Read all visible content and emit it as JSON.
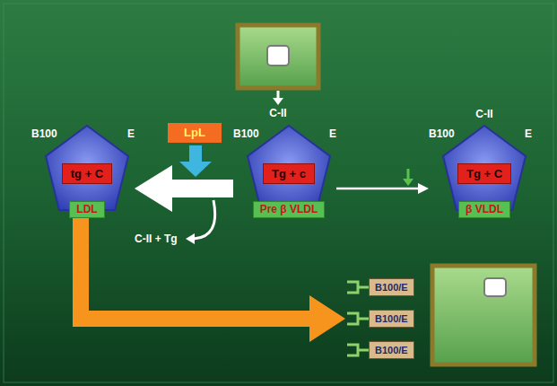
{
  "diagram": {
    "nodes": [
      {
        "text": [
          "B100",
          "E"
        ]
      },
      {
        "text": [
          "tg + C"
        ],
        "in": 0
      },
      {
        "text": [
          "LDL"
        ],
        "in": 0
      },
      {
        "text": [
          "LpL"
        ]
      },
      {
        "text": [
          "B100",
          "E"
        ]
      },
      {
        "text": [
          "Tg + c"
        ],
        "in": 4
      },
      {
        "text": [
          "Pre β VLDL"
        ],
        "in": 4
      },
      {
        "text": [
          "C-II",
          "B100",
          "E"
        ]
      },
      {
        "text": [
          "Tg + C"
        ],
        "in": 7
      },
      {
        "text": [
          "β VLDL"
        ],
        "in": 7
      },
      {
        "text": [
          "B100/E"
        ]
      },
      {
        "text": [
          "B100/E"
        ]
      },
      {
        "text": [
          "B100/E"
        ]
      }
    ],
    "edges": [
      {
        "from": 4,
        "to": 0,
        "arrow": "to"
      },
      {
        "from": 4,
        "to": 7,
        "arrow": "to"
      },
      {
        "from": 0,
        "to": 11,
        "arrow": "to"
      }
    ],
    "labels": [
      "C-II",
      "C-II + Tg"
    ]
  }
}
